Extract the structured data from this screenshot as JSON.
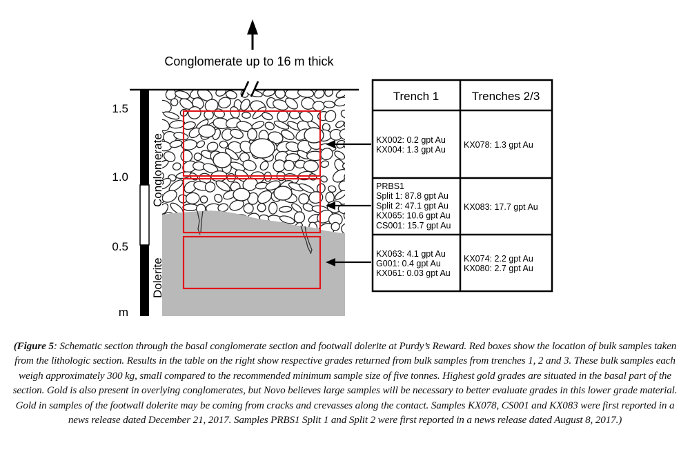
{
  "figure": {
    "top_label": "Conglomerate up to 16 m thick",
    "scale": {
      "ticks": [
        "1.5",
        "1.0",
        "0.5"
      ],
      "unit": "m"
    },
    "units": {
      "upper": "Conglomerate",
      "lower": "Dolerite"
    },
    "table": {
      "headers": [
        "Trench 1",
        "Trenches 2/3"
      ],
      "rows": [
        {
          "trench1": [
            "KX002: 0.2 gpt Au",
            "KX004: 1.3 gpt Au"
          ],
          "trench23": [
            "KX078: 1.3 gpt Au"
          ]
        },
        {
          "trench1": [
            "PRBS1",
            "Split 1: 87.8 gpt Au",
            "Split 2: 47.1 gpt Au",
            "KX065: 10.6 gpt Au",
            "CS001: 15.7 gpt Au"
          ],
          "trench23": [
            "KX083: 17.7 gpt Au"
          ]
        },
        {
          "trench1": [
            "KX063: 4.1 gpt Au",
            "G001: 0.4 gpt Au",
            "KX061: 0.03 gpt Au"
          ],
          "trench23": [
            "KX074: 2.2 gpt Au",
            "KX080: 2.7 gpt Au"
          ]
        }
      ]
    },
    "colors": {
      "sample_box": "#e0161b",
      "dolerite": "#b9b9b9",
      "line": "#000000"
    }
  },
  "caption": {
    "lead": "(Figure 5",
    "body": ": Schematic section through the basal conglomerate section and footwall dolerite at Purdy’s Reward. Red boxes show the location of bulk samples taken from the lithologic section. Results in the table on the right show respective grades returned from bulk samples from trenches 1, 2 and 3. These bulk samples each weigh approximately 300 kg, small compared to the recommended minimum sample size of five tonnes. Highest gold grades are situated in the basal part of the section. Gold is also present in overlying conglomerates, but Novo believes large samples will be necessary to better evaluate grades in this lower grade material. Gold in samples of the footwall dolerite may be coming from cracks and crevasses along the contact. Samples KX078, CS001 and KX083 were first reported in a news release dated December 21, 2017. Samples PRBS1 Split 1 and Split 2 were first reported in a news release dated August 8, 2017.)"
  }
}
